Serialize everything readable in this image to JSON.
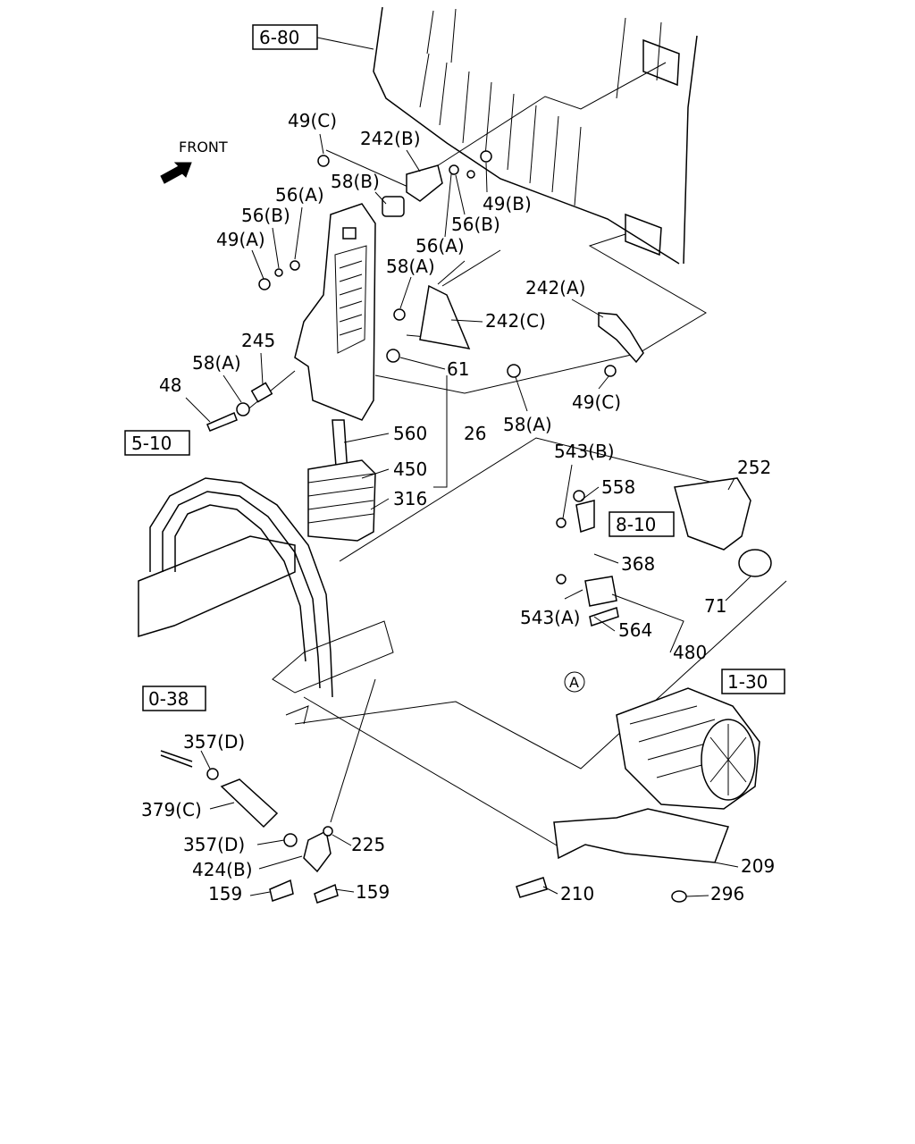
{
  "front_label": "FRONT",
  "circle_marker": "A",
  "references": [
    "6-80",
    "5-10",
    "8-10",
    "1-30",
    "0-38"
  ],
  "callouts": [
    "49(C)",
    "242(B)",
    "58(B)",
    "56(A)",
    "56(B)",
    "49(A)",
    "56(B)",
    "56(A)",
    "49(B)",
    "58(A)",
    "242(C)",
    "242(A)",
    "61",
    "245",
    "58(A)",
    "48",
    "58(A)",
    "49(C)",
    "560",
    "26",
    "450",
    "316",
    "543(B)",
    "558",
    "252",
    "368",
    "71",
    "543(A)",
    "564",
    "480",
    "357(D)",
    "379(C)",
    "357(D)",
    "424(B)",
    "225",
    "159",
    "159",
    "209",
    "210",
    "296"
  ]
}
